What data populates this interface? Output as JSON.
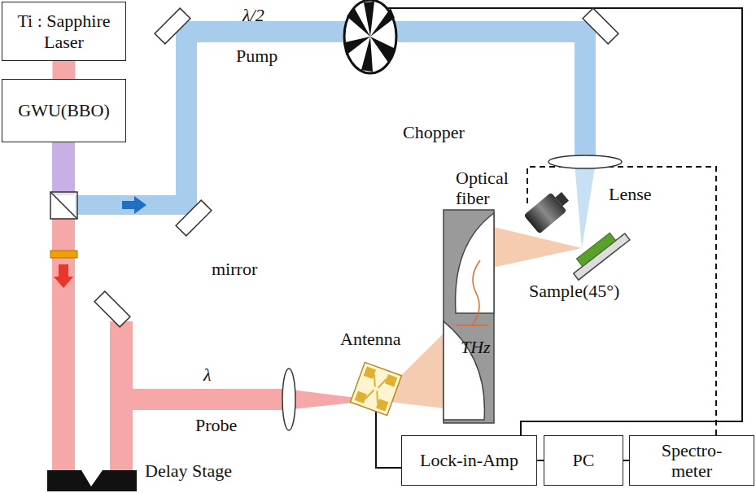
{
  "diagram": {
    "nodes": [
      {
        "text": [
          "Ti : Sapphire Laser"
        ]
      },
      {
        "text": [
          "GWU(BBO)"
        ]
      },
      {
        "text": [
          "Lock-in-Amp"
        ]
      },
      {
        "text": [
          "PC"
        ]
      },
      {
        "text": [
          "Spectro- meter"
        ]
      }
    ],
    "edges": [
      {
        "from": 0,
        "to": 1,
        "arrow": "none"
      },
      {
        "from": 2,
        "to": 3,
        "arrow": "none"
      },
      {
        "from": 3,
        "to": 4,
        "arrow": "none"
      }
    ],
    "labels": [
      "λ/2",
      "Pump",
      "Chopper",
      "Optical fiber",
      "Lense",
      "Sample(45°)",
      "Antenna",
      "THz",
      "λ",
      "Probe",
      "mirror",
      "Delay Stage"
    ]
  }
}
